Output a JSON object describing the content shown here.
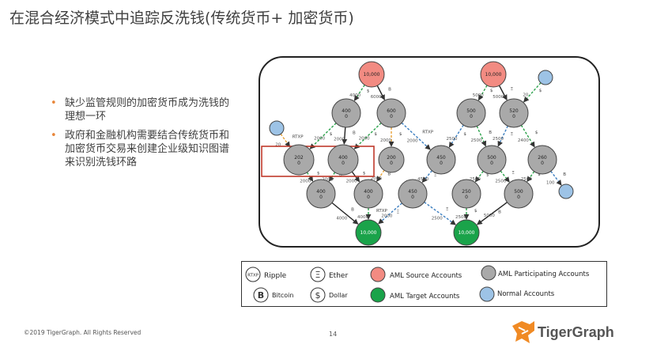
{
  "title": "在混合经济模式中追踪反洗钱(传统货币+ 加密货币)",
  "bullets": [
    "缺少监管规则的加密货币成为洗钱的理想一环",
    "政府和金融机构需要结合传统货币和加密货币交易来创建企业级知识图谱来识别洗钱环路"
  ],
  "colors": {
    "source": "#f28b82",
    "participating": "#a9a9a9",
    "target": "#1aa34a",
    "normal": "#9dc3e6",
    "ripple_edge": "#e8a33a",
    "ether_edge": "#3b7ec0",
    "bitcoin_edge": "#222222",
    "dollar_edge": "#2aa24a",
    "highlight": "#c0392b"
  },
  "icons": {
    "ripple": "ripple-icon",
    "ether": "ether-icon",
    "bitcoin": "bitcoin-icon",
    "dollar": "dollar-icon"
  },
  "graph": {
    "nodes": [
      {
        "id": "s1",
        "type": "source",
        "l1": "10,000",
        "l2": ""
      },
      {
        "id": "s2",
        "type": "source",
        "l1": "10,000",
        "l2": ""
      },
      {
        "id": "a1",
        "type": "participating",
        "l1": "400",
        "l2": "0"
      },
      {
        "id": "a2",
        "type": "participating",
        "l1": "600",
        "l2": "0"
      },
      {
        "id": "b1",
        "type": "participating",
        "l1": "500",
        "l2": "0"
      },
      {
        "id": "b2",
        "type": "participating",
        "l1": "520",
        "l2": "0"
      },
      {
        "id": "c1",
        "type": "participating",
        "l1": "202",
        "l2": "0"
      },
      {
        "id": "c2",
        "type": "participating",
        "l1": "400",
        "l2": "0"
      },
      {
        "id": "c3",
        "type": "participating",
        "l1": "200",
        "l2": "0"
      },
      {
        "id": "c4",
        "type": "participating",
        "l1": "450",
        "l2": "0"
      },
      {
        "id": "c5",
        "type": "participating",
        "l1": "500",
        "l2": "0"
      },
      {
        "id": "c6",
        "type": "participating",
        "l1": "260",
        "l2": "0"
      },
      {
        "id": "d1",
        "type": "participating",
        "l1": "400",
        "l2": "0"
      },
      {
        "id": "d2",
        "type": "participating",
        "l1": "400",
        "l2": "0"
      },
      {
        "id": "d3",
        "type": "participating",
        "l1": "450",
        "l2": "0"
      },
      {
        "id": "d4",
        "type": "participating",
        "l1": "250",
        "l2": "0"
      },
      {
        "id": "d5",
        "type": "participating",
        "l1": "500",
        "l2": "0"
      },
      {
        "id": "t1",
        "type": "target",
        "l1": "10,000",
        "l2": ""
      },
      {
        "id": "t2",
        "type": "target",
        "l1": "10,000",
        "l2": ""
      },
      {
        "id": "n1",
        "type": "normal",
        "l1": "",
        "l2": ""
      },
      {
        "id": "n2",
        "type": "normal",
        "l1": "",
        "l2": ""
      },
      {
        "id": "n3",
        "type": "normal",
        "l1": "",
        "l2": ""
      }
    ],
    "edges": [
      {
        "from": "s1",
        "to": "a1",
        "kind": "dollar",
        "label": "4000",
        "sym": "$"
      },
      {
        "from": "s1",
        "to": "a2",
        "kind": "bitcoin",
        "label": "6000",
        "sym": "B"
      },
      {
        "from": "a1",
        "to": "c1",
        "kind": "dollar",
        "label": "2000",
        "sym": "$"
      },
      {
        "from": "a1",
        "to": "c2",
        "kind": "bitcoin",
        "label": "2000",
        "sym": "B"
      },
      {
        "from": "a2",
        "to": "c2",
        "kind": "dollar",
        "label": "2000",
        "sym": "$"
      },
      {
        "from": "a2",
        "to": "c3",
        "kind": "ripple",
        "label": "2000",
        "sym": "$"
      },
      {
        "from": "a2",
        "to": "c4",
        "kind": "ether",
        "label": "2000",
        "sym": "RTXP"
      },
      {
        "from": "n1",
        "to": "c1",
        "kind": "ripple",
        "label": "20",
        "sym": "RTXP"
      },
      {
        "from": "c1",
        "to": "d1",
        "kind": "dollar",
        "label": "2000",
        "sym": "$"
      },
      {
        "from": "c2",
        "to": "d1",
        "kind": "dollar",
        "label": "2000",
        "sym": "B"
      },
      {
        "from": "c2",
        "to": "d2",
        "kind": "bitcoin",
        "label": "2000",
        "sym": "$"
      },
      {
        "from": "c3",
        "to": "d2",
        "kind": "ripple",
        "label": "2000",
        "sym": "B"
      },
      {
        "from": "c4",
        "to": "d3",
        "kind": "ether",
        "label": "4500",
        "sym": "Ξ"
      },
      {
        "from": "d1",
        "to": "t1",
        "kind": "bitcoin",
        "label": "4000",
        "sym": "B"
      },
      {
        "from": "d2",
        "to": "t1",
        "kind": "dollar",
        "label": "4000",
        "sym": "RTXP"
      },
      {
        "from": "d3",
        "to": "t1",
        "kind": "ether",
        "label": "2000",
        "sym": "Ξ"
      },
      {
        "from": "s2",
        "to": "b1",
        "kind": "dollar",
        "label": "5000",
        "sym": "$"
      },
      {
        "from": "s2",
        "to": "b2",
        "kind": "bitcoin",
        "label": "5000",
        "sym": "Ξ"
      },
      {
        "from": "n2",
        "to": "b2",
        "kind": "dollar",
        "label": "20",
        "sym": "$"
      },
      {
        "from": "b1",
        "to": "c4",
        "kind": "ether",
        "label": "2500",
        "sym": "$"
      },
      {
        "from": "b1",
        "to": "c5",
        "kind": "dollar",
        "label": "2500",
        "sym": "B"
      },
      {
        "from": "b2",
        "to": "c5",
        "kind": "ether",
        "label": "2500",
        "sym": "Ξ"
      },
      {
        "from": "b2",
        "to": "c6",
        "kind": "dollar",
        "label": "2400",
        "sym": "$"
      },
      {
        "from": "c5",
        "to": "d4",
        "kind": "dollar",
        "label": "2500",
        "sym": "$"
      },
      {
        "from": "c5",
        "to": "d5",
        "kind": "dollar",
        "label": "2500",
        "sym": "Ξ"
      },
      {
        "from": "c6",
        "to": "d5",
        "kind": "dollar",
        "label": "2500",
        "sym": "$"
      },
      {
        "from": "c6",
        "to": "n3",
        "kind": "ether",
        "label": "100",
        "sym": "B"
      },
      {
        "from": "d3",
        "to": "t2",
        "kind": "ether",
        "label": "2500",
        "sym": "Ξ"
      },
      {
        "from": "d4",
        "to": "t2",
        "kind": "dollar",
        "label": "2500",
        "sym": "$"
      },
      {
        "from": "d5",
        "to": "t2",
        "kind": "bitcoin",
        "label": "5000",
        "sym": "B"
      }
    ]
  },
  "legend": {
    "ripple_sym": "RTXP",
    "ripple": "Ripple",
    "ether_sym": "Ξ",
    "ether": "Ether",
    "bitcoin_sym": "B",
    "bitcoin": "Bitcoin",
    "dollar_sym": "$",
    "dollar": "Dollar",
    "source": "AML Source Accounts",
    "participating": "AML Participating Accounts",
    "target": "AML Target Accounts",
    "normal": "Normal Accounts"
  },
  "footer": "©2019 TigerGraph. All Rights Reserved",
  "page_number": "14",
  "logo": {
    "brand": "TigerGraph"
  }
}
